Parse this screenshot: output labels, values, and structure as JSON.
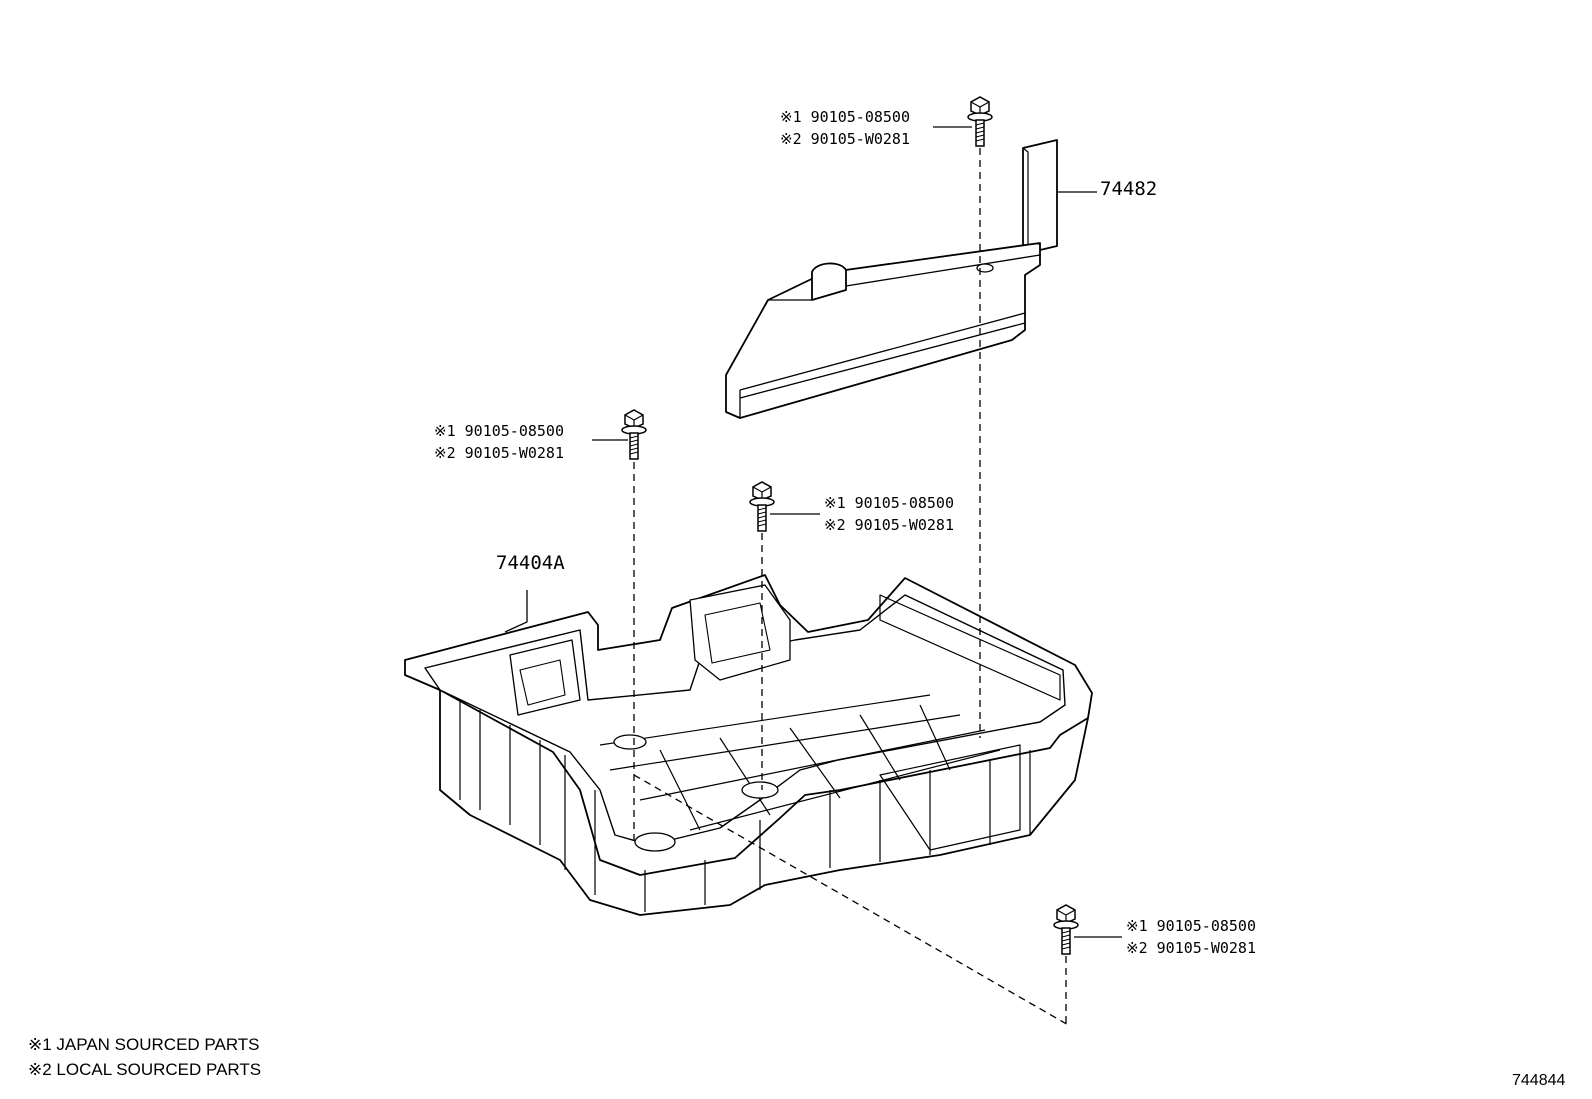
{
  "diagram": {
    "parts": {
      "tray": "74404A",
      "clamp": "74482"
    },
    "bolts": [
      {
        "line1": "※1 90105-08500",
        "line2": "※2 90105-W0281"
      },
      {
        "line1": "※1 90105-08500",
        "line2": "※2 90105-W0281"
      },
      {
        "line1": "※1 90105-08500",
        "line2": "※2 90105-W0281"
      },
      {
        "line1": "※1 90105-08500",
        "line2": "※2 90105-W0281"
      }
    ],
    "notes": [
      "※1 JAPAN SOURCED PARTS",
      "※2 LOCAL SOURCED PARTS"
    ],
    "reference_id": "744844"
  }
}
